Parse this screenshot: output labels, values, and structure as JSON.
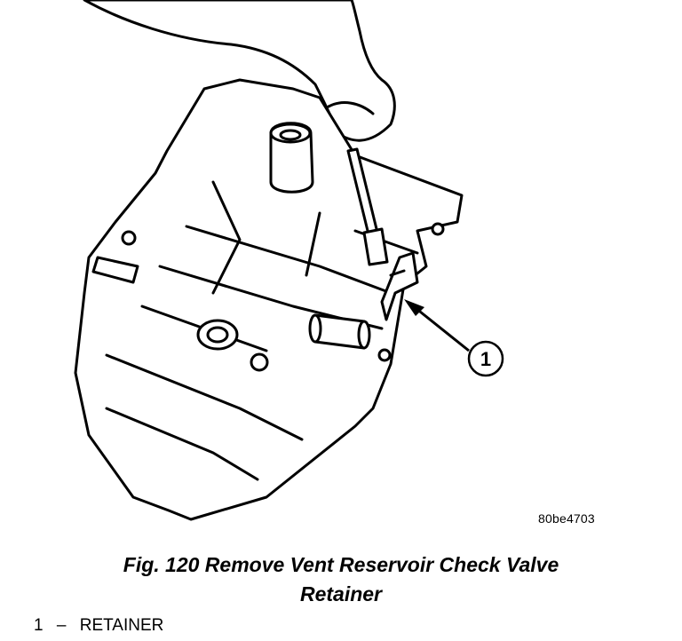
{
  "callout": {
    "number": "1"
  },
  "figure_id": "80be4703",
  "caption": {
    "line1": "Fig. 120 Remove Vent Reservoir Check Valve",
    "line2": "Retainer"
  },
  "legend": [
    {
      "number": "1",
      "dash": "–",
      "label": "RETAINER"
    }
  ]
}
